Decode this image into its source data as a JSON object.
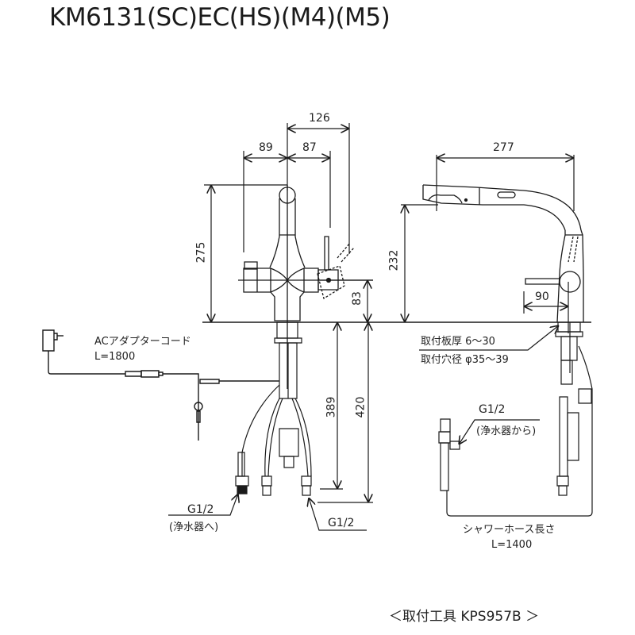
{
  "title": "KM6131(SC)EC(HS)(M4)(M5)",
  "front_view": {
    "dimensions": {
      "top_width": "126",
      "left_offset": "89",
      "right_offset": "87",
      "total_height": "275",
      "handle_height": "83",
      "below_counter_inner": "389",
      "below_counter_outer": "420"
    },
    "labels": {
      "ac_adapter": "ACアダプターコード",
      "ac_adapter_length": "L=1800",
      "thread_left": "G1/2",
      "thread_left_note": "(浄水器へ)",
      "thread_right": "G1/2"
    }
  },
  "side_view": {
    "dimensions": {
      "spout_reach": "277",
      "spout_height": "232",
      "handle_offset": "90"
    },
    "labels": {
      "mount_thickness": "取付板厚 6～30",
      "mount_hole": "取付穴径 φ35～39",
      "thread": "G1/2",
      "thread_note": "(浄水器から)",
      "hose_length_label": "シャワーホース長さ",
      "hose_length": "L=1400"
    }
  },
  "footer": "＜取付工具 KPS957B ＞",
  "colors": {
    "line": "#1a1a1a",
    "background": "#ffffff"
  }
}
